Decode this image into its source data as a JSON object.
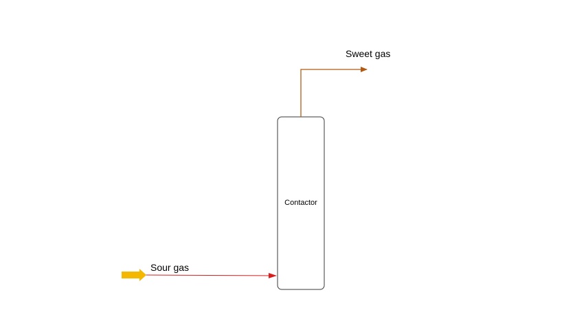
{
  "diagram": {
    "nodes": {
      "contactor": {
        "label": "Contactor"
      }
    },
    "streams": {
      "sweet_gas": {
        "label": "Sweet gas",
        "color": "#b25a12"
      },
      "sour_gas": {
        "label": "Sour gas",
        "color": "#d91e1e",
        "inlet_arrow_color": "#f5b800"
      }
    }
  }
}
